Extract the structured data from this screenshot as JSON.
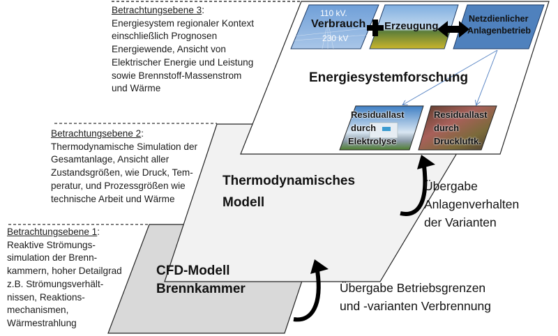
{
  "levels": [
    {
      "heading": "Betrachtungsebene 3",
      "lines": [
        "Energiesystem regionaler Kontext",
        "einschließlich Prognosen",
        "Energiewende, Ansicht von",
        "Elektrischer Energie und Leistung",
        "sowie Brennstoff-Massenstrom",
        "und Wärme"
      ],
      "model": "Energiesystemforschung"
    },
    {
      "heading": "Betrachtungsebene 2",
      "lines": [
        "Thermodynamische Simulation der",
        "Gesamtanlage, Ansicht aller",
        "Zustandsgrößen, wie Druck, Tem-",
        "peratur, und Prozessgrößen wie",
        "technische Arbeit und Wärme"
      ],
      "model": [
        "Thermodynamisches",
        "Modell"
      ]
    },
    {
      "heading": "Betrachtungsebene 1",
      "lines": [
        "Reaktive Strömungs-",
        "simulation der Brenn-",
        "kammern, hoher Detailgrad",
        "z.B. Strömungsverhält-",
        "nissen, Reaktions-",
        "mechanismen,",
        "Wärmestrahlung"
      ],
      "model": [
        "CFD-Modell",
        "Brennkammer"
      ]
    }
  ],
  "boxes": {
    "verbrauch": {
      "label": "Verbrauch",
      "top": "110 kV.",
      "bottom": "230 kV"
    },
    "erzeugung": {
      "label": "Erzeugung"
    },
    "netz": {
      "line1": "Netzdienlicher",
      "line2": "Anlagenbetrieb"
    },
    "elektrolyse": [
      "Residuallast",
      "durch",
      "Elektrolyse"
    ],
    "druckluft": [
      "Residuallast",
      "durch",
      "Druckluftk."
    ]
  },
  "transfers": {
    "upper": [
      "Übergabe",
      "Anlagenverhalten",
      "der Varianten"
    ],
    "lower": [
      "Übergabe Betriebsgrenzen",
      "und -varianten Verbrennung"
    ]
  },
  "colors": {
    "level3": "#ffffff",
    "level2": "#f2f2f2",
    "level1": "#d9d9d9",
    "box_blue": "#4f81bd",
    "arrow_blue": "#5b87c5"
  }
}
